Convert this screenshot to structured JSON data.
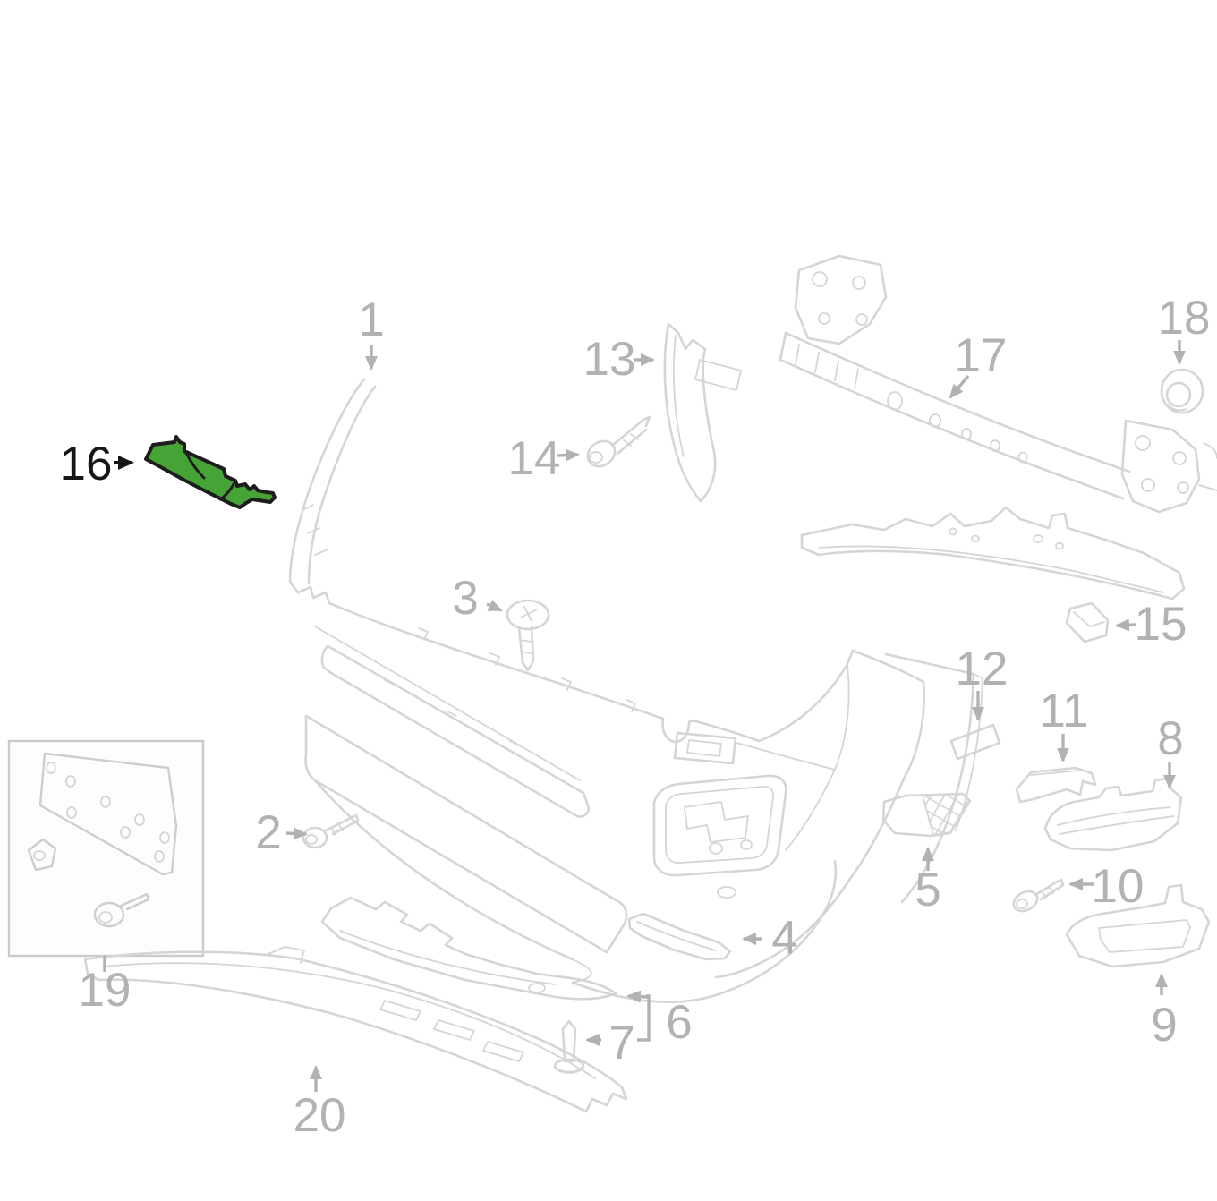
{
  "diagram": {
    "type": "exploded-parts-diagram",
    "subject": "vehicle front bumper assembly",
    "background_color": "#ffffff",
    "colors": {
      "line_art": "#d5d5d5",
      "callout_text": "#b2b2b2",
      "highlight_fill": "#46a335",
      "highlight_outline": "#1d1d1d",
      "highlight_callout_text": "#161616"
    },
    "highlighted_callout": "16",
    "callouts": {
      "1": {
        "label": "1",
        "points": "down"
      },
      "2": {
        "label": "2",
        "points": "right"
      },
      "3": {
        "label": "3",
        "points": "right"
      },
      "4": {
        "label": "4",
        "points": "left"
      },
      "5": {
        "label": "5",
        "points": "up"
      },
      "6": {
        "label": "6",
        "points": "bracket-up-left"
      },
      "7": {
        "label": "7",
        "points": "left"
      },
      "8": {
        "label": "8",
        "points": "down"
      },
      "9": {
        "label": "9",
        "points": "up"
      },
      "10": {
        "label": "10",
        "points": "left"
      },
      "11": {
        "label": "11",
        "points": "down"
      },
      "12": {
        "label": "12",
        "points": "down"
      },
      "13": {
        "label": "13",
        "points": "right"
      },
      "14": {
        "label": "14",
        "points": "right"
      },
      "15": {
        "label": "15",
        "points": "left"
      },
      "16": {
        "label": "16",
        "points": "right",
        "highlighted": true
      },
      "17": {
        "label": "17",
        "points": "down-left"
      },
      "18": {
        "label": "18",
        "points": "down"
      },
      "19": {
        "label": "19",
        "points": "box-above"
      },
      "20": {
        "label": "20",
        "points": "up"
      }
    }
  }
}
